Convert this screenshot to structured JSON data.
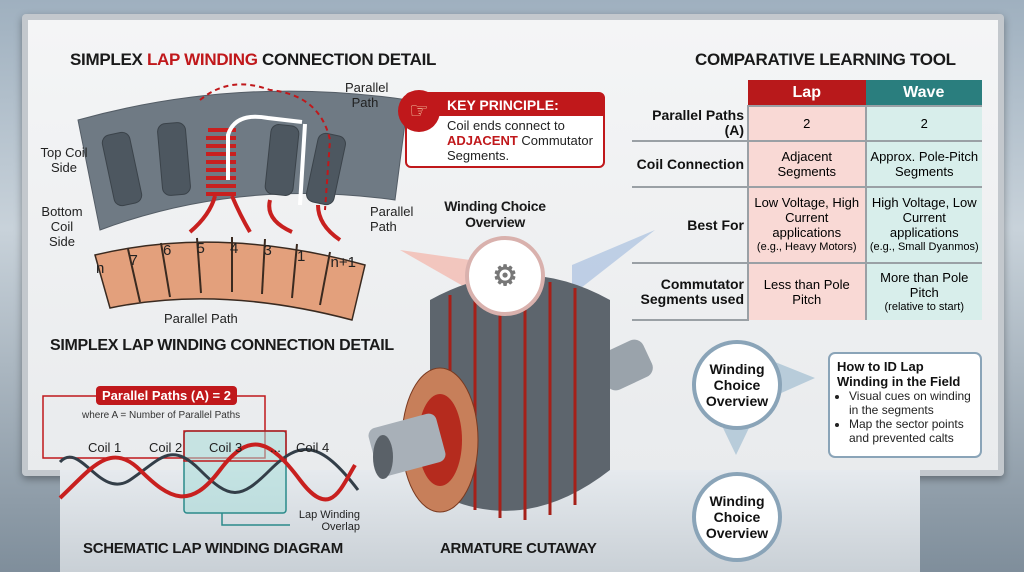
{
  "top_diagram": {
    "title_part1": "SIMPLEX ",
    "title_part2": "LAP WINDING",
    "title_part3": " CONNECTION DETAIL",
    "labels": {
      "parallel_path_top": "Parallel Path",
      "top_coil_side": "Top Coil Side",
      "bottom_coil_side": "Bottom Coil Side",
      "parallel_path_right": "Parallel Path",
      "parallel_path_bottom": "Parallel Path"
    },
    "segments": [
      "n",
      "7",
      "6",
      "5",
      "4",
      "3",
      "1",
      "n+1"
    ],
    "caption": "SIMPLEX LAP WINDING CONNECTION DETAIL"
  },
  "key_principle": {
    "title": "KEY PRINCIPLE:",
    "text1": "Coil ends connect to",
    "highlight": "ADJACENT",
    "text2": " Commutator Segments.",
    "icon": "pointing-hand-icon"
  },
  "overview": {
    "title": "Winding Choice Overview"
  },
  "table": {
    "title": "COMPARATIVE LEARNING TOOL",
    "headers": [
      "Lap",
      "Wave"
    ],
    "rows": [
      {
        "label": "Parallel Paths (A)",
        "lap": "2",
        "wave": "2"
      },
      {
        "label": "Coil Connection",
        "lap": "Adjacent Segments",
        "wave": "Approx. Pole-Pitch Segments"
      },
      {
        "label": "Best For",
        "lap": "Low Voltage, High Current applications",
        "lap_note": "(e.g., Heavy Motors)",
        "wave": "High Voltage, Low Current applications",
        "wave_note": "(e.g., Small Dyanmos)"
      },
      {
        "label": "Commutator Segments used",
        "lap": "Less than Pole Pitch",
        "wave": "More than Pole Pitch",
        "wave_note": "(relative to start)"
      }
    ]
  },
  "schematic": {
    "formula": "Parallel Paths (A) = 2",
    "where": "where A = Number of Parallel Paths",
    "coils": [
      "Coil 1",
      "Coil 2",
      "Coil 3",
      "...",
      "Coil 4"
    ],
    "overlap": "Lap Winding Overlap",
    "caption": "SCHEMATIC LAP WINDING DIAGRAM"
  },
  "armature": {
    "caption": "ARMATURE CUTAWAY"
  },
  "flow": {
    "circle1": "Winding Choice Overview",
    "circle2": "Winding Choice Overview",
    "box_title": "How to ID Lap Winding in the Field",
    "bullets": [
      "Visual cues on winding in the segments",
      "Map the sector points and prevented calts"
    ]
  },
  "colors": {
    "red": "#c0181b",
    "teal": "#2a7e7e",
    "copper": "#e0946c"
  }
}
